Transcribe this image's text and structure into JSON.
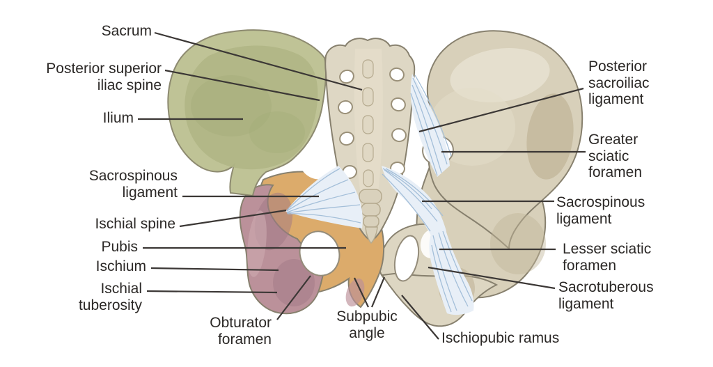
{
  "labels": {
    "sacrum": {
      "text": "Sacrum"
    },
    "posterior_superior_iliac_spine": {
      "text": "Posterior superior\niliac spine"
    },
    "ilium": {
      "text": "Ilium"
    },
    "sacrospinous_ligament_left": {
      "text": "Sacrospinous\nligament"
    },
    "ischial_spine": {
      "text": "Ischial spine"
    },
    "pubis": {
      "text": "Pubis"
    },
    "ischium": {
      "text": "Ischium"
    },
    "ischial_tuberosity": {
      "text": "Ischial\ntuberosity"
    },
    "obturator_foramen": {
      "text": "Obturator\nforamen"
    },
    "subpubic_angle": {
      "text": "Subpubic\nangle"
    },
    "ischiopubic_ramus": {
      "text": "Ischiopubic ramus"
    },
    "posterior_sacroiliac_ligament": {
      "text": "Posterior\nsacroiliac\nligament"
    },
    "greater_sciatic_foramen": {
      "text": "Greater\nsciatic\nforamen"
    },
    "sacrospinous_ligament_right": {
      "text": "Sacrospinous\nligament"
    },
    "lesser_sciatic_foramen": {
      "text": "Lesser sciatic\nforamen"
    },
    "sacrotuberous_ligament": {
      "text": "Sacrotuberous\nligament"
    }
  },
  "colors": {
    "background": "#ffffff",
    "ilium_green": "#b4ba8b",
    "bone_beige": "#d8d0ba",
    "pubis_orange": "#dcab6b",
    "ischium_mauve": "#bb919a",
    "ligament_blue": "#dce7f2",
    "leader_line": "#3b3735",
    "label_text": "#2b2826"
  }
}
